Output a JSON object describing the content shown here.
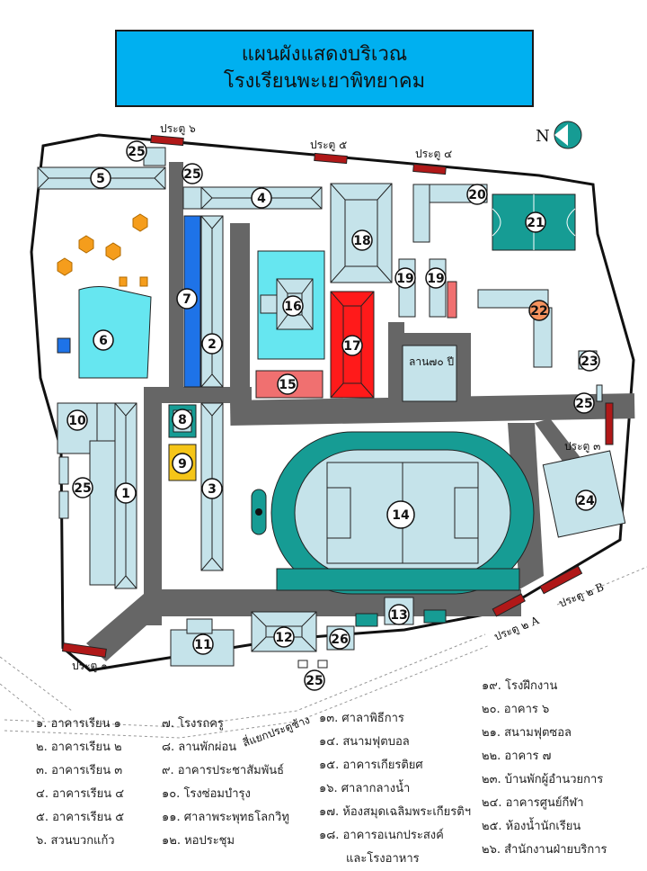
{
  "title": {
    "line1": "แผนผังแสดงบริเวณ",
    "line2": "โรงเรียนพะเยาพิทยาคม"
  },
  "north": "N",
  "gates": {
    "g1": "ประตู ๑",
    "g2a": "ประตู ๒ A",
    "g2b": "ประตู ๒ B",
    "g3": "ประตู ๓",
    "g4": "ประตู ๔",
    "g5": "ประตู ๕",
    "g6": "ประตู ๖"
  },
  "map_labels": {
    "court70": "ลาน๗๐ ปี",
    "road": "สี่แยกประตูช้าง"
  },
  "buildings": [
    {
      "n": "1"
    },
    {
      "n": "2"
    },
    {
      "n": "3"
    },
    {
      "n": "4"
    },
    {
      "n": "5"
    },
    {
      "n": "6"
    },
    {
      "n": "7"
    },
    {
      "n": "8"
    },
    {
      "n": "9"
    },
    {
      "n": "10"
    },
    {
      "n": "11"
    },
    {
      "n": "12"
    },
    {
      "n": "13"
    },
    {
      "n": "14"
    },
    {
      "n": "15"
    },
    {
      "n": "16"
    },
    {
      "n": "17"
    },
    {
      "n": "18"
    },
    {
      "n": "19"
    },
    {
      "n": "20"
    },
    {
      "n": "21"
    },
    {
      "n": "22"
    },
    {
      "n": "23"
    },
    {
      "n": "24"
    },
    {
      "n": "25"
    },
    {
      "n": "26"
    }
  ],
  "legend": {
    "col1": [
      "๑. อาคารเรียน ๑",
      "๒. อาคารเรียน ๒",
      "๓. อาคารเรียน ๓",
      "๔. อาคารเรียน ๔",
      "๕. อาคารเรียน ๕",
      "๖. สวนบวกแก้ว"
    ],
    "col2": [
      "๗. โรงรถครู",
      "๘. ลานพักผ่อน",
      "๙. อาคารประชาสัมพันธ์",
      "๑๐. โรงซ่อมบำรุง",
      "๑๑. ศาลาพระพุทธโลกวิทู",
      "๑๒. หอประชุม"
    ],
    "col3": [
      "๑๓. ศาลาพิธีการ",
      "๑๔. สนามฟุตบอล",
      "๑๕. อาคารเกียรติยศ",
      "๑๖. ศาลากลางน้ำ",
      "๑๗. ห้องสมุดเฉลิมพระเกียรติฯ",
      "๑๘. อาคารอเนกประสงค์",
      "และโรงอาหาร"
    ],
    "col4": [
      "๑๙. โรงฝึกงาน",
      "๒๐. อาคาร ๖",
      "๒๑. สนามฟุตซอล",
      "๒๒. อาคาร ๗",
      "๒๓. บ้านพักผู้อำนวยการ",
      "๒๔. อาคารศูนย์กีฬา",
      "๒๕. ห้องน้ำนักเรียน",
      "๒๖. สำนักงานฝ่ายบริการ"
    ]
  },
  "colors": {
    "building": "#c5e3ea",
    "road": "#666666",
    "pool": "#66e6f0",
    "teal": "#169c94",
    "red": "#ff1a1a",
    "salmon": "#f07070",
    "yellow": "#f5c518",
    "orange": "#f59d1c",
    "blue": "#1e73e8",
    "gate": "#b01818",
    "highlight": "#f5935f"
  }
}
